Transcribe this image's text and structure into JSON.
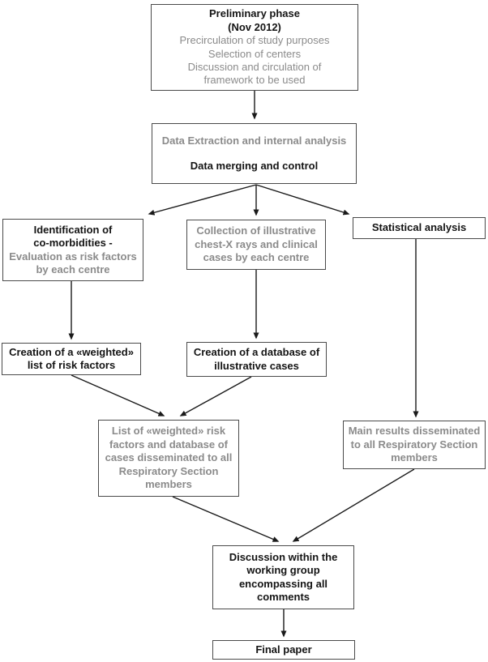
{
  "colors": {
    "background": "#ffffff",
    "box_border": "#4a4a4a",
    "text_black": "#141414",
    "text_gray": "#8b8b8b",
    "arrow": "#1a1a1a"
  },
  "nodes": {
    "preliminary": {
      "lines": [
        "Preliminary phase",
        "(Nov 2012)",
        "Precirculation of study purposes",
        "Selection of centers",
        "Discussion and circulation of",
        "framework to be used"
      ]
    },
    "data_extraction": {
      "lines": [
        "Data Extraction and internal analysis",
        "Data merging and control"
      ]
    },
    "identification": {
      "lines": [
        "Identification of",
        "co-morbidities -",
        "Evaluation as risk factors",
        "by each centre"
      ]
    },
    "collection": {
      "lines": [
        "Collection of illustrative",
        "chest-X rays and clinical",
        "cases by each centre"
      ]
    },
    "statistical": {
      "lines": [
        "Statistical analysis"
      ]
    },
    "weighted_list": {
      "lines": [
        "Creation of a «weighted»",
        "list of risk factors"
      ]
    },
    "database": {
      "lines": [
        "Creation of a database of",
        "illustrative cases"
      ]
    },
    "dissemination": {
      "lines": [
        "List of «weighted» risk",
        "factors and database of",
        "cases disseminated to all",
        "Respiratory Section",
        "members"
      ]
    },
    "main_results": {
      "lines": [
        "Main results disseminated",
        "to all Respiratory Section",
        "members"
      ]
    },
    "discussion": {
      "lines": [
        "Discussion within the",
        "working group",
        "encompassing all",
        "comments"
      ]
    },
    "final_paper": {
      "lines": [
        "Final paper"
      ]
    }
  }
}
